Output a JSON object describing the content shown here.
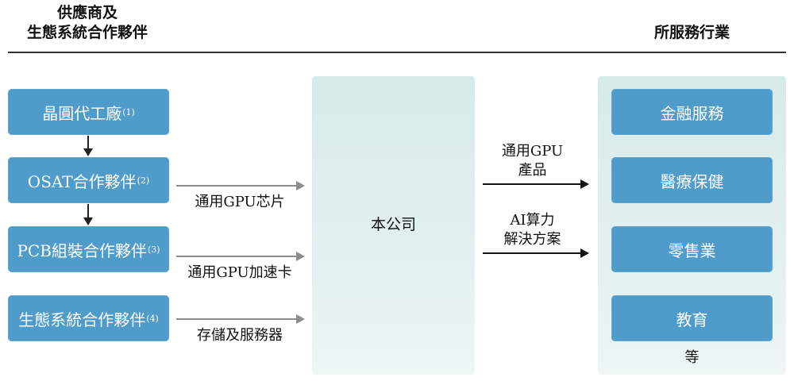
{
  "header": {
    "left_line1": "供應商及",
    "left_line2": "生態系統合作夥伴",
    "right": "所服務行業"
  },
  "suppliers": [
    {
      "label": "晶圓代工廠",
      "note": "(1)"
    },
    {
      "label": "OSAT合作夥伴",
      "note": "(2)"
    },
    {
      "label": "PCB組裝合作夥伴",
      "note": "(3)"
    },
    {
      "label": "生態系統合作夥伴",
      "note": "(4)"
    }
  ],
  "inputs": [
    "通用GPU芯片",
    "通用GPU加速卡",
    "存儲及服務器"
  ],
  "company": "本公司",
  "outputs": [
    {
      "line1": "通用GPU",
      "line2": "產品"
    },
    {
      "line1": "AI算力",
      "line2": "解決方案"
    }
  ],
  "industries": [
    "金融服務",
    "醫療保健",
    "零售業",
    "教育"
  ],
  "industries_more": "等",
  "colors": {
    "box": "#4f9bc9",
    "panel": "#dcecec"
  }
}
